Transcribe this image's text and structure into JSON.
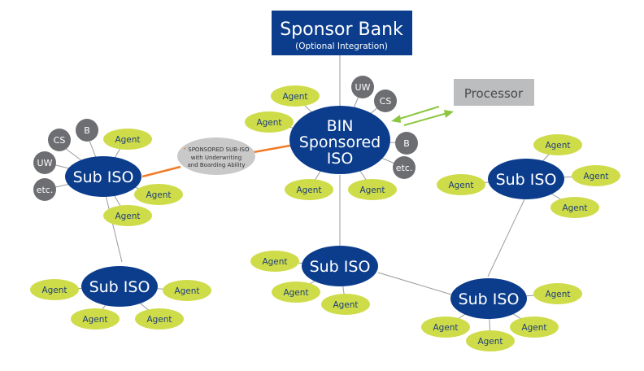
{
  "colors": {
    "blue": "#0b3d8c",
    "agent": "#cfdc4a",
    "grey_circle": "#6d6e71",
    "connector": "#9a9a9a",
    "orange": "#f07b2a",
    "arrow_green": "#8cc63f",
    "processor_bg": "#bcbdbf",
    "sponsored_bg": "#c9c9c9"
  },
  "sponsor_bank": {
    "title": "Sponsor Bank",
    "subtitle": "(Optional Integration)"
  },
  "processor": {
    "label": "Processor"
  },
  "bin_iso": {
    "lines": [
      "BIN",
      "Sponsored",
      "ISO"
    ]
  },
  "sponsored_sub_iso": {
    "asterisk": "*",
    "lines": [
      "SPONSORED SUB-ISO",
      "with Underwriting",
      "and Boarding Ability"
    ]
  },
  "sub_iso_label": "Sub ISO",
  "agent_label": "Agent",
  "service_labels": {
    "uw": "UW",
    "cs": "CS",
    "b": "B",
    "etc": "etc."
  },
  "clusters": [
    {
      "id": "bin",
      "agents": 4,
      "services": [
        "UW",
        "CS",
        "B",
        "etc."
      ]
    },
    {
      "id": "sub-left-top",
      "agents": 3,
      "services": [
        "CS",
        "B",
        "UW",
        "etc."
      ]
    },
    {
      "id": "sub-left-bottom",
      "agents": 4,
      "services": []
    },
    {
      "id": "sub-center",
      "agents": 3,
      "services": []
    },
    {
      "id": "sub-right-top",
      "agents": 4,
      "services": []
    },
    {
      "id": "sub-right-bottom",
      "agents": 4,
      "services": []
    }
  ]
}
